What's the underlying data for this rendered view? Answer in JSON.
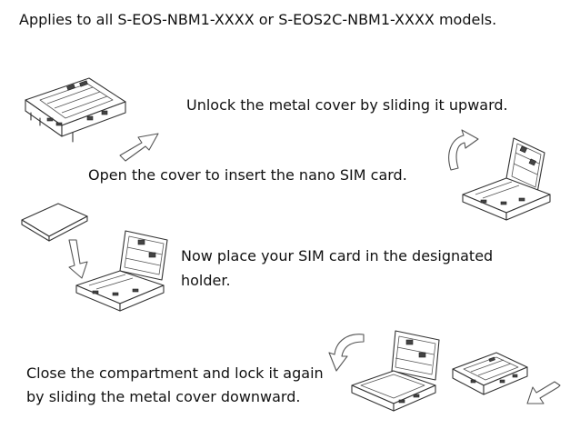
{
  "header": {
    "applies_note": "Applies to all S-EOS-NBM1-XXXX or S-EOS2C-NBM1-XXXX models."
  },
  "steps": [
    {
      "text": "Unlock the metal cover by sliding it upward."
    },
    {
      "text": "Open the cover to insert the nano SIM card."
    },
    {
      "line1": "Now place your SIM card in the designated",
      "line2": "holder."
    },
    {
      "line1": "Close the compartment and lock it again",
      "line2": "by sliding the metal cover downward."
    }
  ],
  "icons": {
    "slide_arrow": "arrow-up-right-icon",
    "rotate_arrow": "curved-arrow-icon",
    "insert_arrow": "arrow-down-icon",
    "close_arrow": "curved-arrow-left-icon",
    "lock_arrow": "arrow-down-left-icon"
  }
}
